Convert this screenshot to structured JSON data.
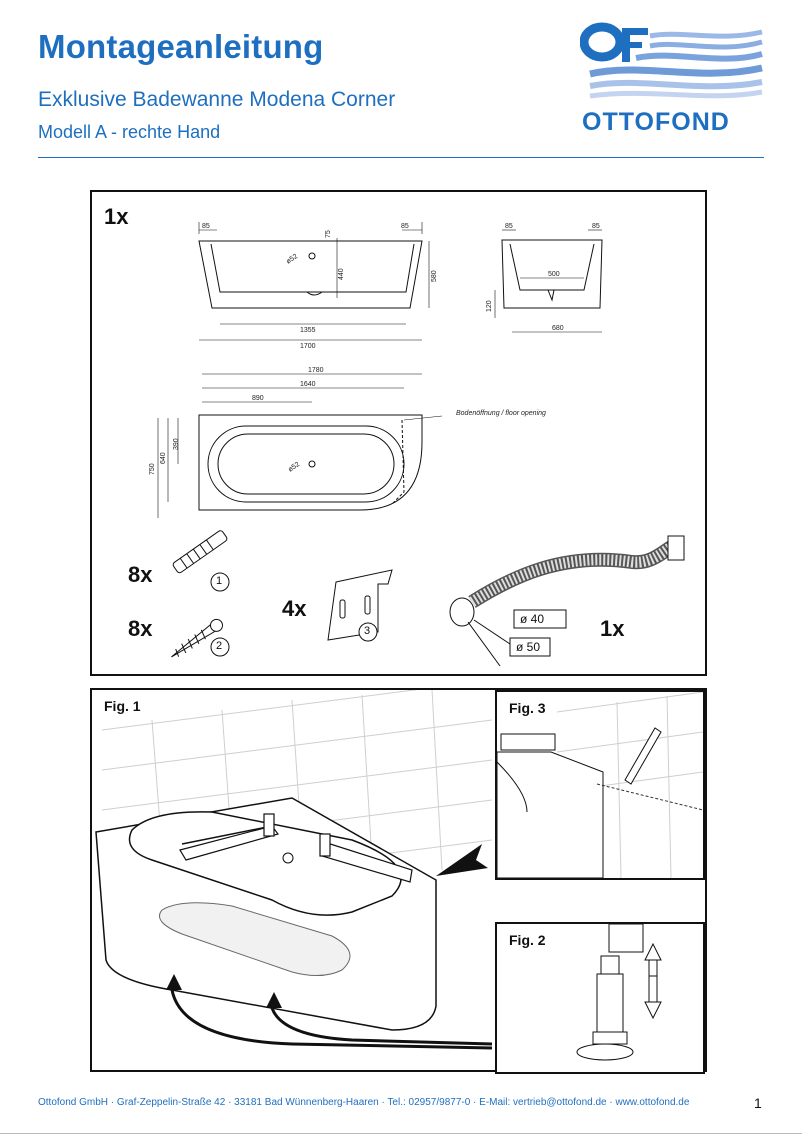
{
  "header": {
    "title": "Montageanleitung",
    "subtitle": "Exklusive Badewanne Modena Corner",
    "model": "Modell A - rechte Hand"
  },
  "logo": {
    "mark": "OF",
    "brand": "OTTOFOND"
  },
  "parts": {
    "tub_qty": "1x",
    "dowel_qty": "8x",
    "screw_qty": "8x",
    "bracket_qty": "4x",
    "drain_qty": "1x",
    "dowel_num": "1",
    "screw_num": "2",
    "bracket_num": "3",
    "diameter_40": "ø 40",
    "diameter_50": "ø 50"
  },
  "drawing": {
    "side_top_left": "85",
    "side_top_right": "85",
    "side_depth": "75",
    "side_drain": "ø52",
    "side_inner_h": "440",
    "side_total_h": "580",
    "side_inner_w": "1355",
    "side_total_w": "1700",
    "end_top_left": "85",
    "end_top_right": "85",
    "end_inner_w": "500",
    "end_foot": "120",
    "end_total_w": "680",
    "plan_total": "1780",
    "plan_mid": "1640",
    "plan_half": "890",
    "plan_h_total": "750",
    "plan_h_mid": "640",
    "plan_h_half": "390",
    "plan_drain": "ø52",
    "floor_opening": "Bodenöffnung / floor opening"
  },
  "figures": {
    "fig1": "Fig. 1",
    "fig2": "Fig. 2",
    "fig3": "Fig. 3"
  },
  "footer": {
    "text": "Ottofond GmbH · Graf-Zeppelin-Straße 42 · 33181 Bad Wünnenberg-Haaren · Tel.: 02957/9877-0 · E-Mail: vertrieb@ottofond.de · www.ottofond.de",
    "page": "1"
  },
  "colors": {
    "brand_blue": "#1f6fc0"
  }
}
